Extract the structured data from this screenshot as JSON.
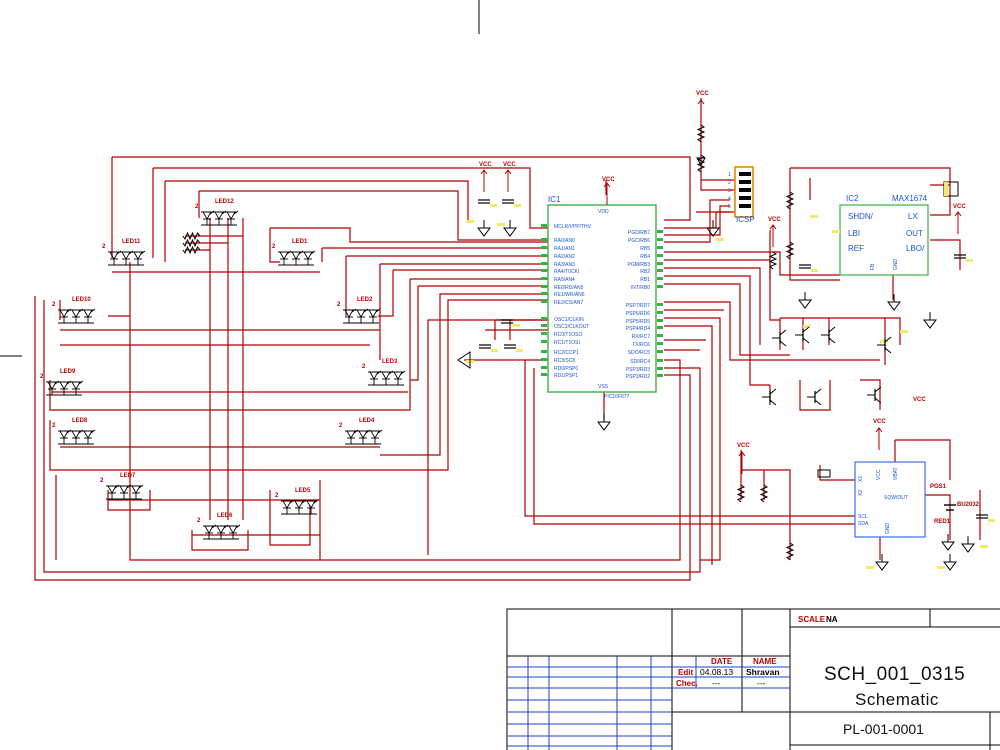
{
  "components": {
    "leds": [
      "LED12",
      "LED11",
      "LED1",
      "LED10",
      "LED2",
      "LED9",
      "LED3",
      "LED8",
      "LED4",
      "LED7",
      "LED5",
      "LED6"
    ],
    "ic1": "IC1",
    "ic2": "IC2",
    "ic2_part": "MAX1674",
    "icsp": "ICSP",
    "vcc": "VCC",
    "vdd": "VDD",
    "vss": "VSS",
    "pic_label": "PIC16F877",
    "bu_label": "BU2032",
    "pos_label": "POS1",
    "red_led": "RED1",
    "ic2_pins": [
      "SHDN/",
      "LX",
      "LBI",
      "OUT",
      "REF",
      "LBO/",
      "FB",
      "GND"
    ],
    "ic1_left_pins": [
      "MCLR/VPP/THV",
      "RA0/AN0",
      "RA1/AN1",
      "RA2/AN2",
      "RA3/AN3",
      "RA4/T0CKI",
      "RA5/AN4",
      "RE0/RD/AN5",
      "RE1/WR/AN6",
      "RE2/CS/AN7",
      "OSC1/CLKIN",
      "OSC2/CLKOUT",
      "RC0/T1OSO",
      "RC1/T1OSI",
      "RC2/CCP1",
      "RC3/SCK",
      "RD0/PSP0",
      "RD1/PSP1"
    ],
    "ic1_right_pins": [
      "PGD/RB7",
      "PGC/RB6",
      "RB5",
      "RB4",
      "PGM/RB3",
      "RB2",
      "RB1",
      "INT/RB0",
      "PSP7/RD7",
      "PSP6/RD6",
      "PSP5/RD5",
      "PSP4/RD4",
      "RX/RC7",
      "TX/RC6",
      "SDO/RC5",
      "SDI/RC4",
      "PSP3/RD3",
      "PSP2/RD2"
    ],
    "ic3_pins": [
      "X1",
      "X2",
      "VCC",
      "VBAT",
      "SQW/OUT",
      "SCL",
      "SDA",
      "GND"
    ],
    "icsp_pins": [
      "1",
      "2",
      "3",
      "4",
      "5"
    ],
    "pin_numbers": [
      "2"
    ]
  },
  "title_block": {
    "scale_label": "SCALE",
    "scale_value": "NA",
    "date_header": "DATE",
    "name_header": "NAME",
    "edit_label": "Edit",
    "edit_date": "04.08.13",
    "edit_name": "Shravan",
    "chec_label": "Chec.",
    "chec_date": "---",
    "chec_name": "---",
    "drawing_number": "SCH_001_0315",
    "drawing_title": "Schematic",
    "part_number": "PL-001-0001"
  }
}
